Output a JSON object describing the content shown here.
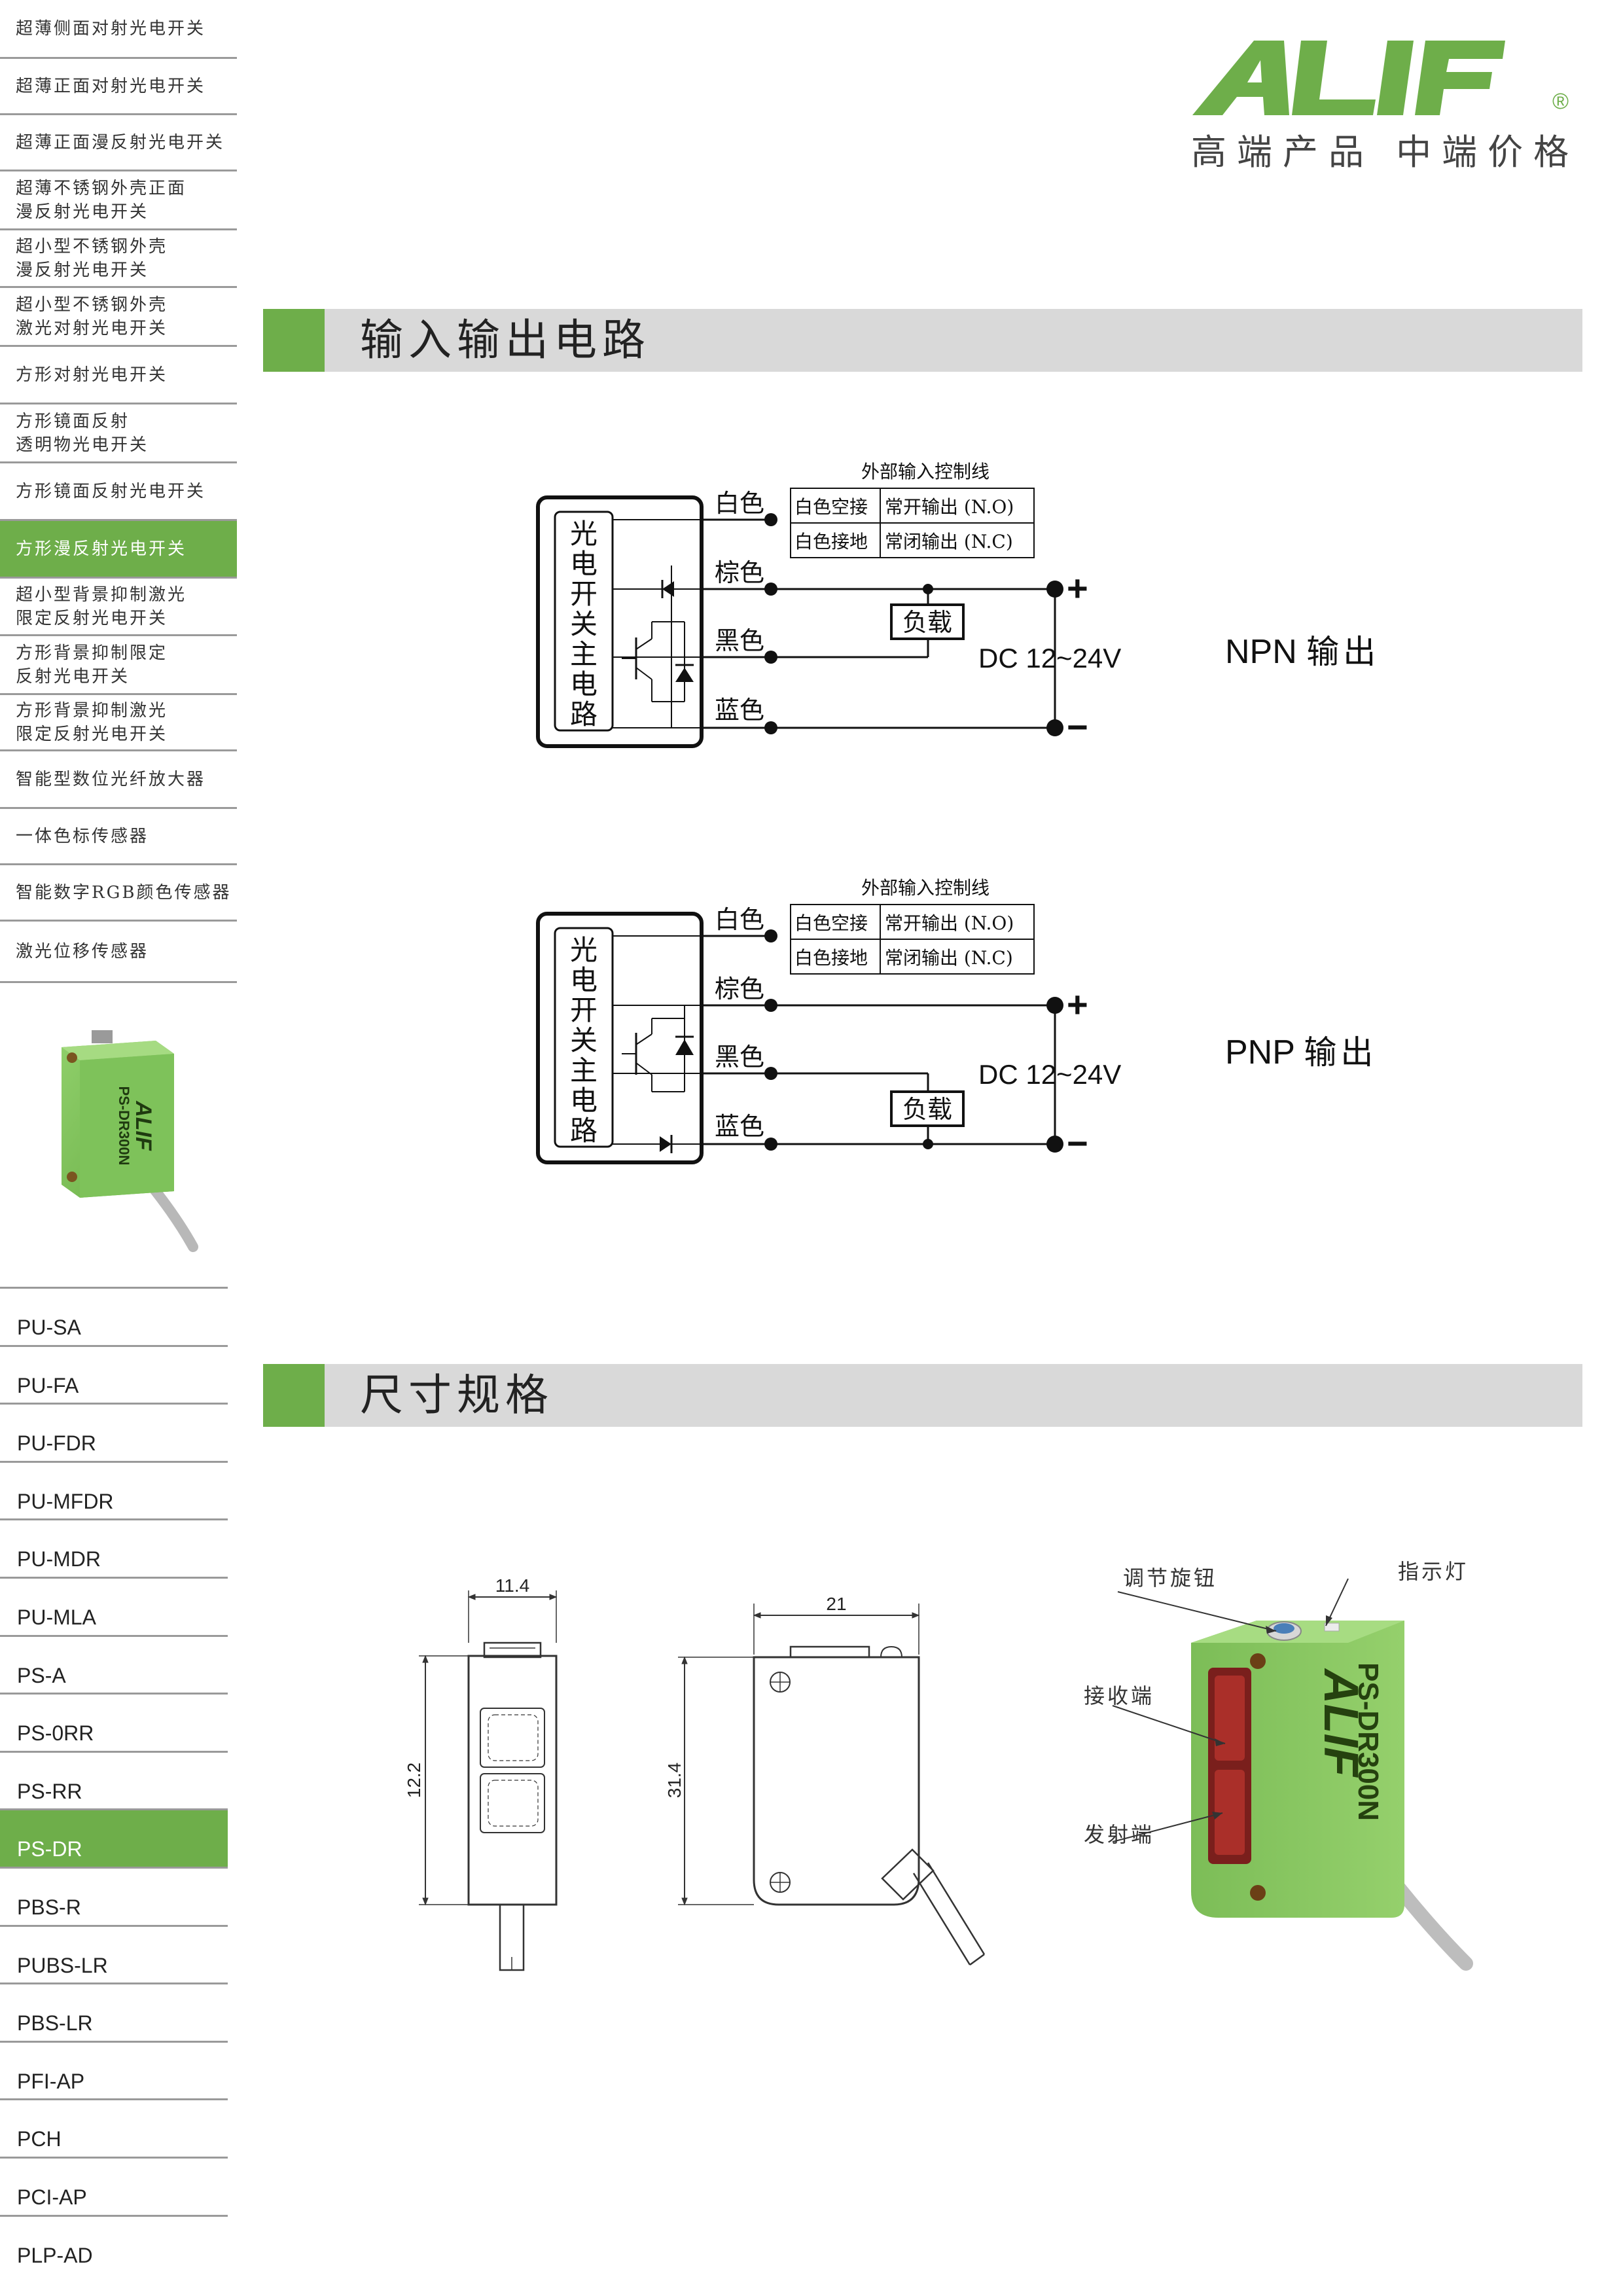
{
  "brand": {
    "logo_text": "ALIF",
    "registered": "®",
    "slogan": "高端产品  中端价格",
    "accent": "#6eae4a"
  },
  "sidebar_categories": [
    {
      "label": "超薄侧面对射光电开关",
      "active": false
    },
    {
      "label": "超薄正面对射光电开关",
      "active": false
    },
    {
      "label": "超薄正面漫反射光电开关",
      "active": false
    },
    {
      "label": "超薄不锈钢外壳正面\n漫反射光电开关",
      "active": false
    },
    {
      "label": "超小型不锈钢外壳\n漫反射光电开关",
      "active": false
    },
    {
      "label": "超小型不锈钢外壳\n激光对射光电开关",
      "active": false
    },
    {
      "label": "方形对射光电开关",
      "active": false
    },
    {
      "label": "方形镜面反射\n透明物光电开关",
      "active": false
    },
    {
      "label": "方形镜面反射光电开关",
      "active": false
    },
    {
      "label": "方形漫反射光电开关",
      "active": true
    },
    {
      "label": "超小型背景抑制激光\n限定反射光电开关",
      "active": false
    },
    {
      "label": "方形背景抑制限定\n反射光电开关",
      "active": false
    },
    {
      "label": "方形背景抑制激光\n限定反射光电开关",
      "active": false
    },
    {
      "label": "智能型数位光纤放大器",
      "active": false
    },
    {
      "label": "一体色标传感器",
      "active": false
    },
    {
      "label": "智能数字RGB颜色传感器",
      "active": false
    },
    {
      "label": "激光位移传感器",
      "active": false
    }
  ],
  "sidebar_product": {
    "brand_print": "ALIF",
    "model_print": "PS-DR300N"
  },
  "sidebar_models": [
    {
      "label": "PU-SA",
      "active": false
    },
    {
      "label": "PU-FA",
      "active": false
    },
    {
      "label": "PU-FDR",
      "active": false
    },
    {
      "label": "PU-MFDR",
      "active": false
    },
    {
      "label": "PU-MDR",
      "active": false
    },
    {
      "label": "PU-MLA",
      "active": false
    },
    {
      "label": "PS-A",
      "active": false
    },
    {
      "label": "PS-0RR",
      "active": false
    },
    {
      "label": "PS-RR",
      "active": false
    },
    {
      "label": "PS-DR",
      "active": true
    },
    {
      "label": "PBS-R",
      "active": false
    },
    {
      "label": "PUBS-LR",
      "active": false
    },
    {
      "label": "PBS-LR",
      "active": false
    },
    {
      "label": "PFI-AP",
      "active": false
    },
    {
      "label": "PCH",
      "active": false
    },
    {
      "label": "PCI-AP",
      "active": false
    },
    {
      "label": "PLP-AD",
      "active": false
    }
  ],
  "sections": {
    "circuit_title": "输入输出电路",
    "dimension_title": "尺寸规格"
  },
  "circuits": [
    {
      "main_label": "光电开关主电路",
      "wires": [
        "白色",
        "棕色",
        "黑色",
        "蓝色"
      ],
      "ext_title": "外部输入控制线",
      "ext_rows": [
        [
          "白色空接",
          "常开输出 (N.O)"
        ],
        [
          "白色接地",
          "常闭输出 (N.C)"
        ]
      ],
      "load": "负载",
      "supply": "DC 12~24V",
      "plus": "+",
      "minus": "−",
      "output_type": "NPN",
      "output_cn": "输出"
    },
    {
      "main_label": "光电开关主电路",
      "wires": [
        "白色",
        "棕色",
        "黑色",
        "蓝色"
      ],
      "ext_title": "外部输入控制线",
      "ext_rows": [
        [
          "白色空接",
          "常开输出 (N.O)"
        ],
        [
          "白色接地",
          "常闭输出 (N.C)"
        ]
      ],
      "load": "负载",
      "supply": "DC 12~24V",
      "plus": "+",
      "minus": "−",
      "output_type": "PNP",
      "output_cn": "输出"
    }
  ],
  "dimensions": {
    "width": "11.4",
    "height": "12.2",
    "length": "21",
    "depth": "31.4"
  },
  "product_callouts": {
    "knob": "调节旋钮",
    "indicator": "指示灯",
    "receiver": "接收端",
    "emitter": "发射端"
  },
  "product_print": {
    "brand": "ALIF",
    "model": "PS-DR300N"
  }
}
